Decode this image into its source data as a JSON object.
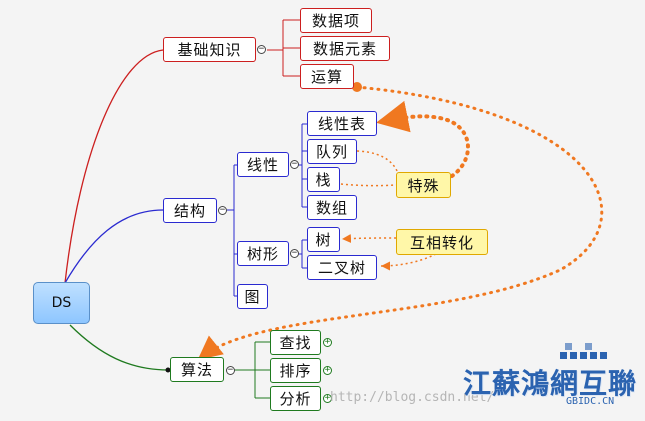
{
  "root": "DS",
  "branches": {
    "basics": {
      "label": "基础知识",
      "children": [
        "数据项",
        "数据元素",
        "运算"
      ]
    },
    "structure": {
      "label": "结构",
      "linear": {
        "label": "线性",
        "children": [
          "线性表",
          "队列",
          "栈",
          "数组"
        ]
      },
      "tree": {
        "label": "树形",
        "children": [
          "树",
          "二叉树"
        ]
      },
      "graph": "图"
    },
    "algorithm": {
      "label": "算法",
      "children": [
        "查找",
        "排序",
        "分析"
      ]
    }
  },
  "callouts": {
    "special": "特殊",
    "convert": "互相转化"
  },
  "watermark": "http://blog.csdn.net/",
  "logo": {
    "text": "江蘇鴻網互聯",
    "sub": "GBIDC.CN"
  },
  "colors": {
    "basics": "#cc1f1f",
    "structure": "#2a2ad0",
    "algorithm": "#1f7a1f",
    "dotted_arrow": "#f07820",
    "callout_fill": "#fff7a8",
    "root_fill": "#a6d2ff"
  }
}
